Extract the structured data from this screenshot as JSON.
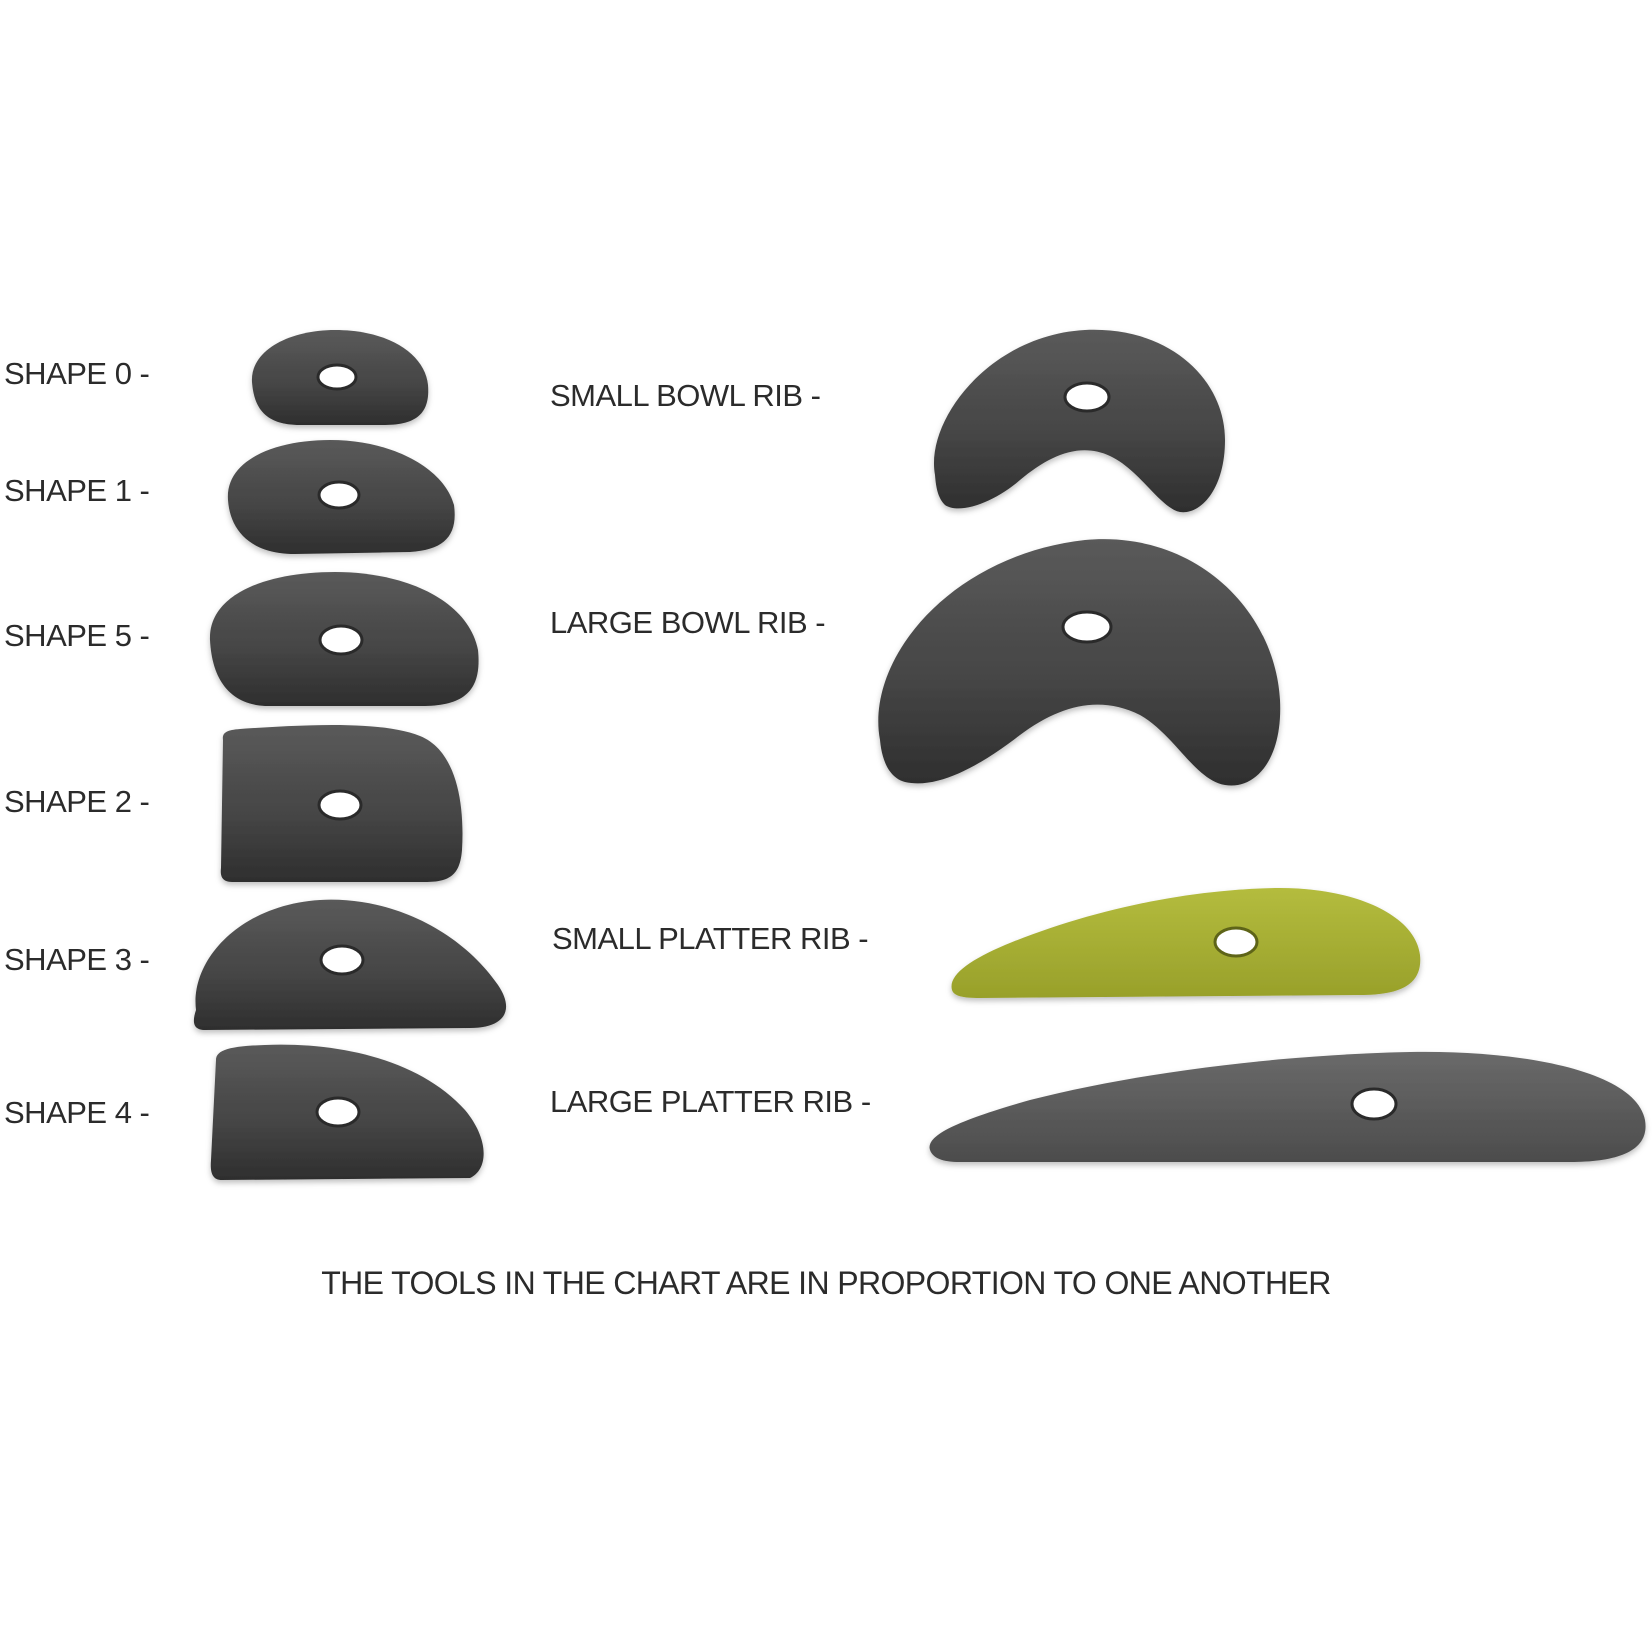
{
  "labels": {
    "shape0": "SHAPE 0 -",
    "shape1": "SHAPE 1 -",
    "shape5": "SHAPE 5 -",
    "shape2": "SHAPE 2 -",
    "shape3": "SHAPE 3 -",
    "shape4": "SHAPE 4 -",
    "small_bowl": "SMALL BOWL RIB -",
    "large_bowl": "LARGE BOWL RIB -",
    "small_platter": "SMALL PLATTER RIB -",
    "large_platter": "LARGE PLATTER RIB -"
  },
  "caption": "THE TOOLS IN THE CHART ARE IN PROPORTION TO ONE ANOTHER",
  "colors": {
    "tool_dark": "#4a4a4a",
    "tool_gray": "#5e5e5e",
    "tool_green": "#a8b034",
    "text": "#2b2b2b"
  }
}
